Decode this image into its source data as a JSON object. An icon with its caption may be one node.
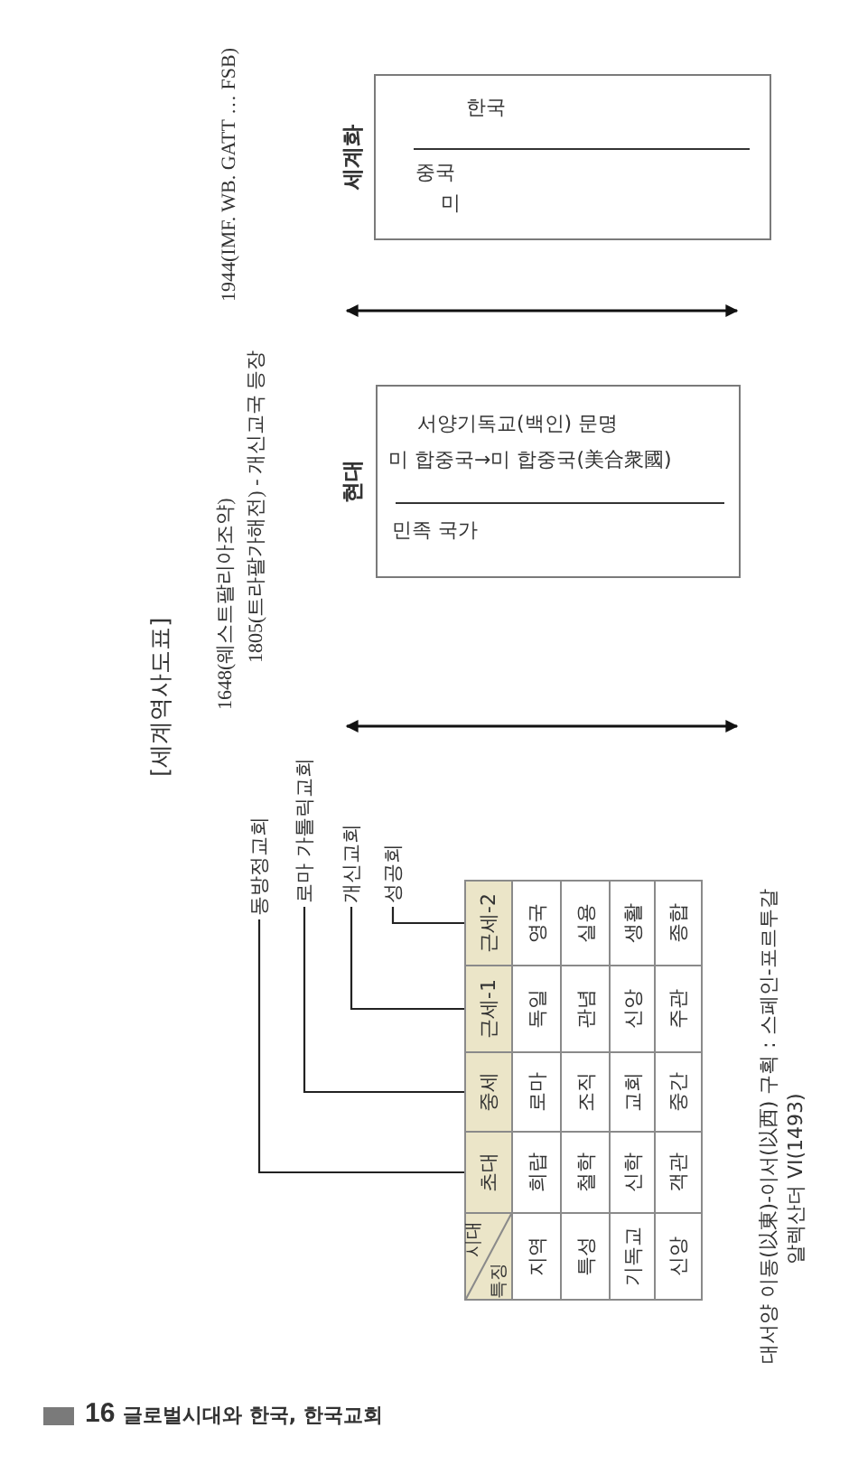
{
  "diagram": {
    "title": "[세계역사도표]",
    "nodes": [
      {
        "text": [
          "현대",
          "서양기독교(백인) 문명",
          "미 합중국→미 합중국(美合衆國)",
          "민족 국가"
        ]
      },
      {
        "text": [
          "세계화",
          "한국",
          "중국",
          "미"
        ]
      },
      {
        "text": [
          "동방정교회"
        ]
      },
      {
        "text": [
          "로마 가톨릭교회"
        ]
      },
      {
        "text": [
          "개신교회"
        ]
      },
      {
        "text": [
          "성공회"
        ]
      },
      {
        "text": [
          "초대"
        ]
      },
      {
        "text": [
          "중세"
        ]
      },
      {
        "text": [
          "근세-1"
        ]
      },
      {
        "text": [
          "근세-2"
        ]
      }
    ],
    "edges": [
      {
        "from": 2,
        "to": 6,
        "arrow": "none"
      },
      {
        "from": 3,
        "to": 7,
        "arrow": "none"
      },
      {
        "from": 4,
        "to": 8,
        "arrow": "none"
      },
      {
        "from": 5,
        "to": 9,
        "arrow": "none"
      }
    ],
    "labels": [
      "16",
      "글로벌시대와 한국, 한국교회",
      "1944(IMF. WB. GATT … FSB)",
      "1648(웨스트팔리아조약)",
      "1805(트라팔가해전) - 개신교국 등장",
      "시대",
      "특징",
      "지역",
      "희랍",
      "로마",
      "독일",
      "영국",
      "특성",
      "철학",
      "조직",
      "관념",
      "실용",
      "기독교",
      "신학",
      "교회",
      "신앙",
      "생활",
      "신앙",
      "객관",
      "중간",
      "주관",
      "종합",
      "대서양 이동(以東)-이서(以西) 구획 : 스페인-포르투갈",
      "알렉산더 VI(1493)"
    ]
  }
}
